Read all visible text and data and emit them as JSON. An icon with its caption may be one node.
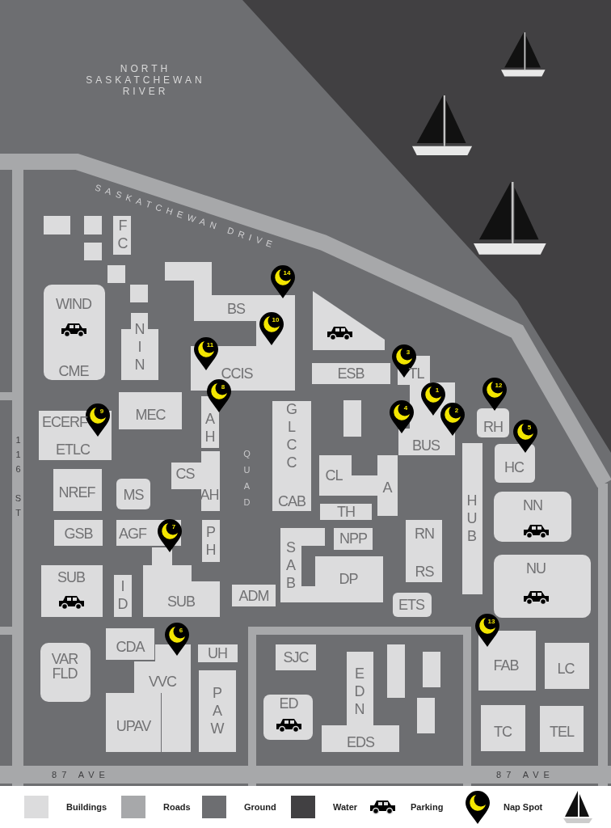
{
  "diagram": {
    "labels": [
      "NORTH SASKATCHEWAN RIVER",
      "SASKATCHEWAN DRIVE",
      "FC",
      "14",
      "WIND",
      "BS",
      "10",
      "NIN",
      "11",
      "3",
      "CME",
      "CCIS",
      "ESB",
      "TL",
      "12",
      "8",
      "1",
      "4",
      "2",
      "MEC",
      "9",
      "ECERF",
      "AH",
      "GLCC",
      "RH",
      "5",
      "ETLC",
      "BUS",
      "HC",
      "CS",
      "CL",
      "116 ST",
      "QUAD",
      "A",
      "NREF",
      "MS",
      "AH",
      "CAB",
      "NN",
      "TH",
      "HUB",
      "GSB",
      "AGF",
      "7",
      "RN",
      "NPP",
      "PH",
      "SAB",
      "RS",
      "NU",
      "SUB",
      "DP",
      "ID",
      "ADM",
      "SUB",
      "ETS",
      "13",
      "6",
      "CDA",
      "UH",
      "SJC",
      "FAB",
      "VAR FLD",
      "LC",
      "VVC",
      "EDN",
      "ED",
      "PAW",
      "UPAV",
      "TC",
      "TEL",
      "EDS",
      "87 AVE",
      "87 AVE"
    ],
    "legend": [
      {
        "text": "Buildings",
        "color": "#dcdcdd"
      },
      {
        "text": "Roads",
        "color": "#a7a8aa"
      },
      {
        "text": "Ground",
        "color": "#6d6e71"
      },
      {
        "text": "Water",
        "color": "#414042"
      },
      {
        "text": "Parking"
      },
      {
        "text": "Nap Spot"
      }
    ]
  }
}
